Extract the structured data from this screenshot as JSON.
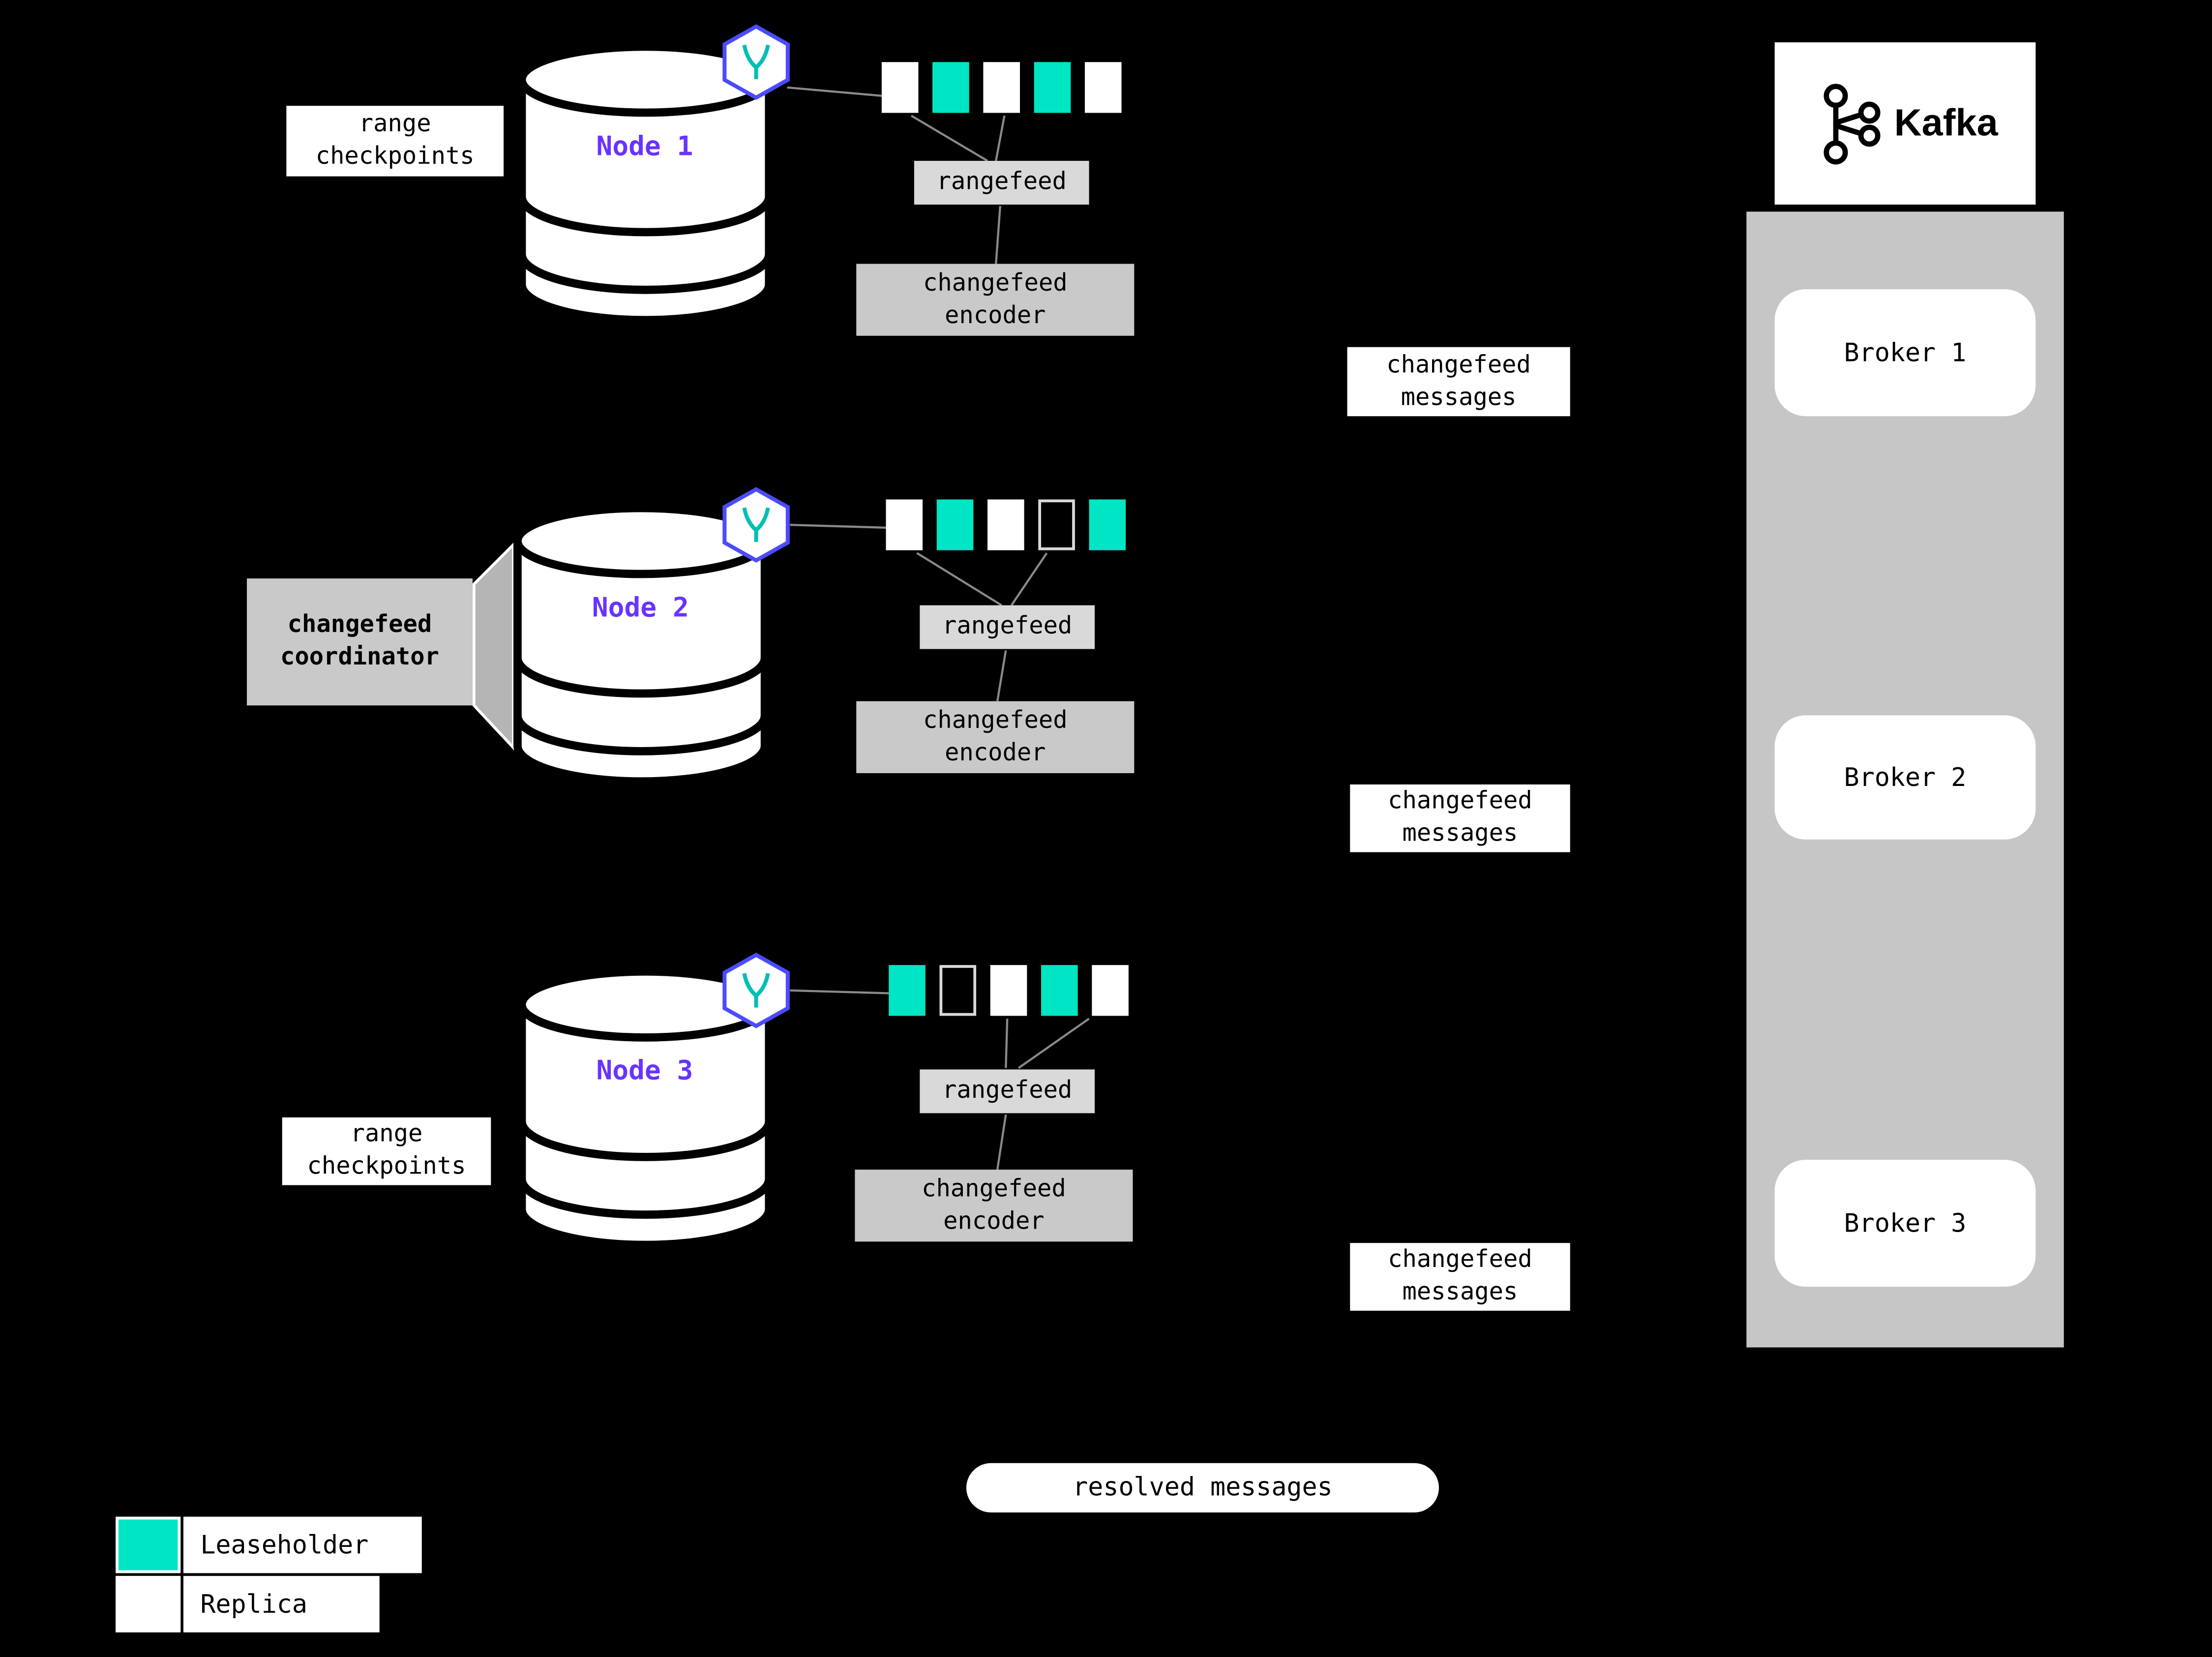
{
  "labels": {
    "range_checkpoints": "range checkpoints",
    "changefeed_coordinator": "changefeed coordinator",
    "rangefeed": "rangefeed",
    "changefeed_encoder": "changefeed encoder",
    "changefeed_messages": "changefeed messages",
    "resolved_messages": "resolved messages"
  },
  "nodes": [
    {
      "name": "Node 1",
      "ranges": [
        "replica",
        "leaseholder",
        "replica",
        "leaseholder",
        "replica"
      ]
    },
    {
      "name": "Node 2",
      "ranges": [
        "replica",
        "leaseholder",
        "replica",
        "empty",
        "leaseholder"
      ]
    },
    {
      "name": "Node 3",
      "ranges": [
        "leaseholder",
        "empty",
        "replica",
        "leaseholder",
        "replica"
      ]
    }
  ],
  "kafka": {
    "brand": "Kafka",
    "brokers": [
      "Broker 1",
      "Broker 2",
      "Broker 3"
    ]
  },
  "legend": {
    "leaseholder_label": "Leaseholder",
    "replica_label": "Replica"
  },
  "colors": {
    "background": "#000000",
    "leaseholder": "#00e5c4",
    "replica": "#ffffff",
    "node_label": "#6933ff",
    "box_gray": "#c9c9c9",
    "panel_gray": "#c6c6c6"
  }
}
